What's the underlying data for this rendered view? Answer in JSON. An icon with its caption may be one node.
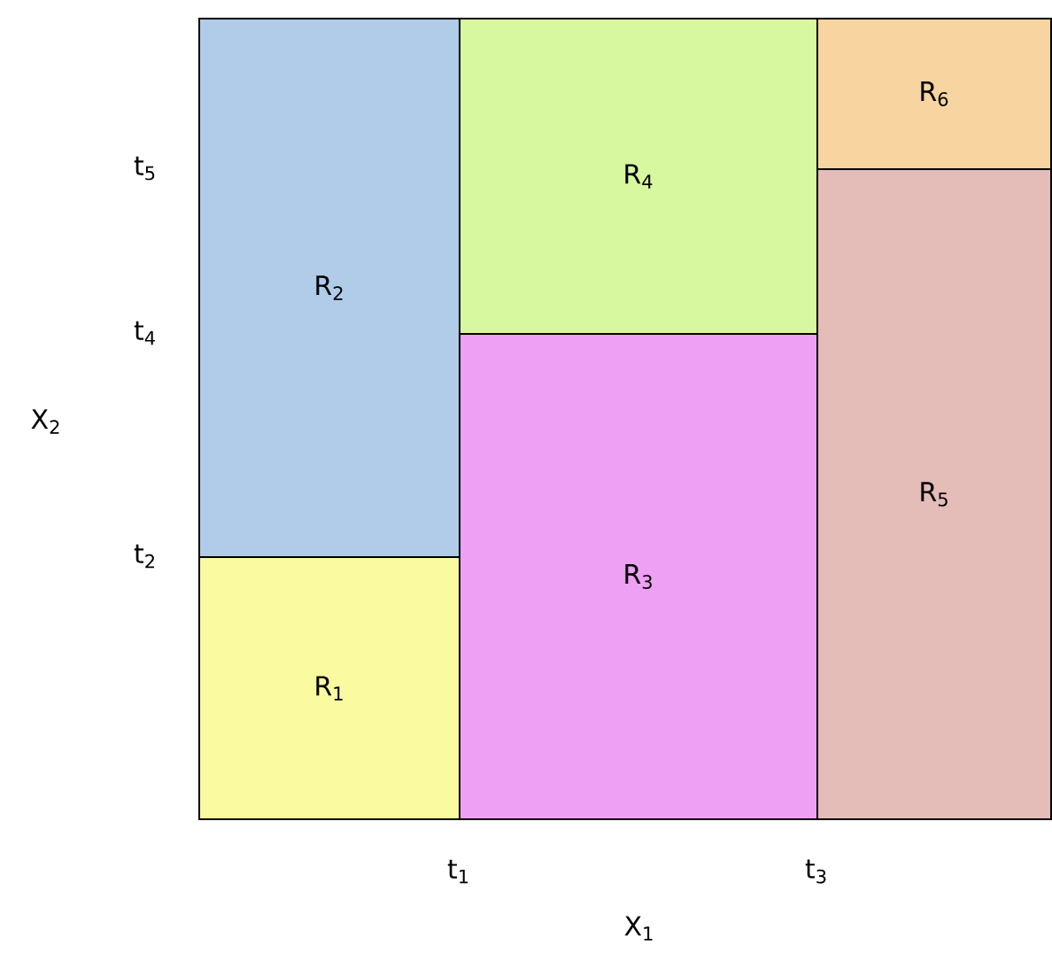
{
  "diagram": {
    "nodes": [
      {
        "text": [
          "R$_{2}$"
        ]
      },
      {
        "text": [
          "R$_{1}$"
        ]
      },
      {
        "text": [
          "R$_{4}$"
        ]
      },
      {
        "text": [
          "R$_{3}$"
        ]
      },
      {
        "text": [
          "R$_{6}$"
        ]
      },
      {
        "text": [
          "R$_{5}$"
        ]
      }
    ],
    "labels": [
      "t$_{5}$",
      "t$_{4}$",
      "X$_{2}$",
      "t$_{2}$",
      "t$_{1}$",
      "t$_{3}$",
      "X$_{1}$"
    ]
  }
}
